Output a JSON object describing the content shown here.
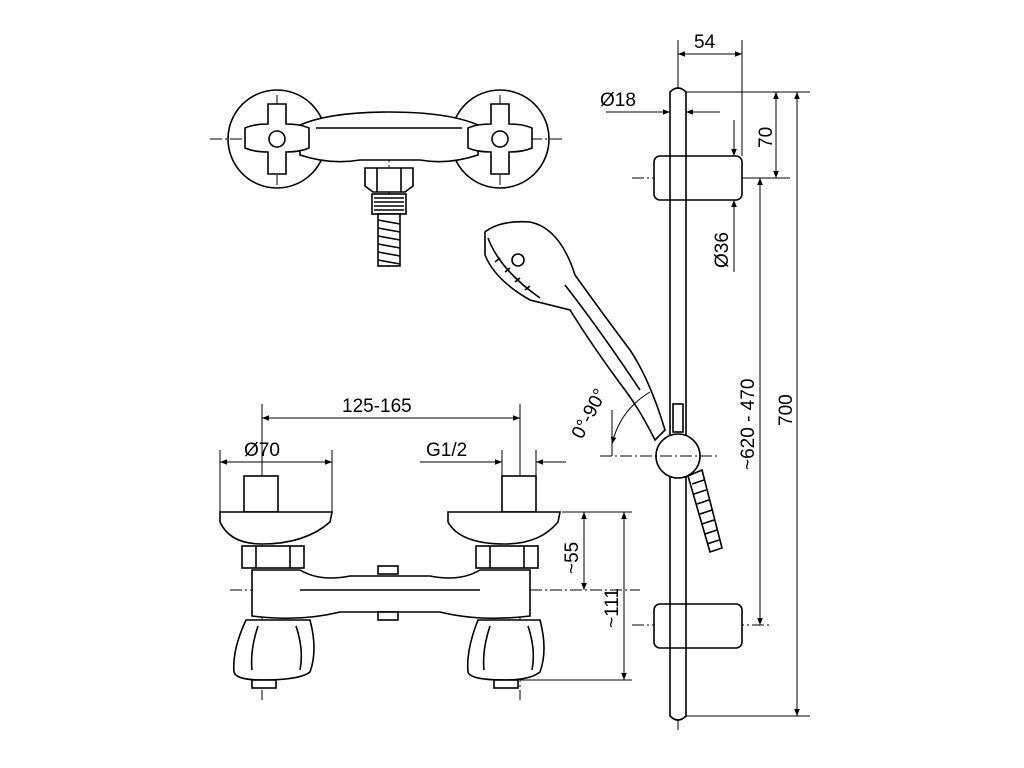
{
  "dimensions": {
    "bar_offset": "54",
    "bar_diameter": "Ø18",
    "top_holder_offset": "70",
    "holder_diameter": "Ø36",
    "holder_spacing": "~620 - 470",
    "bar_length": "700",
    "tilt_angle": "0°-90°",
    "inlet_spacing": "125-165",
    "rosette_diameter": "Ø70",
    "thread_size": "G1/2",
    "outlet_height": "~55",
    "handle_height": "~111"
  }
}
